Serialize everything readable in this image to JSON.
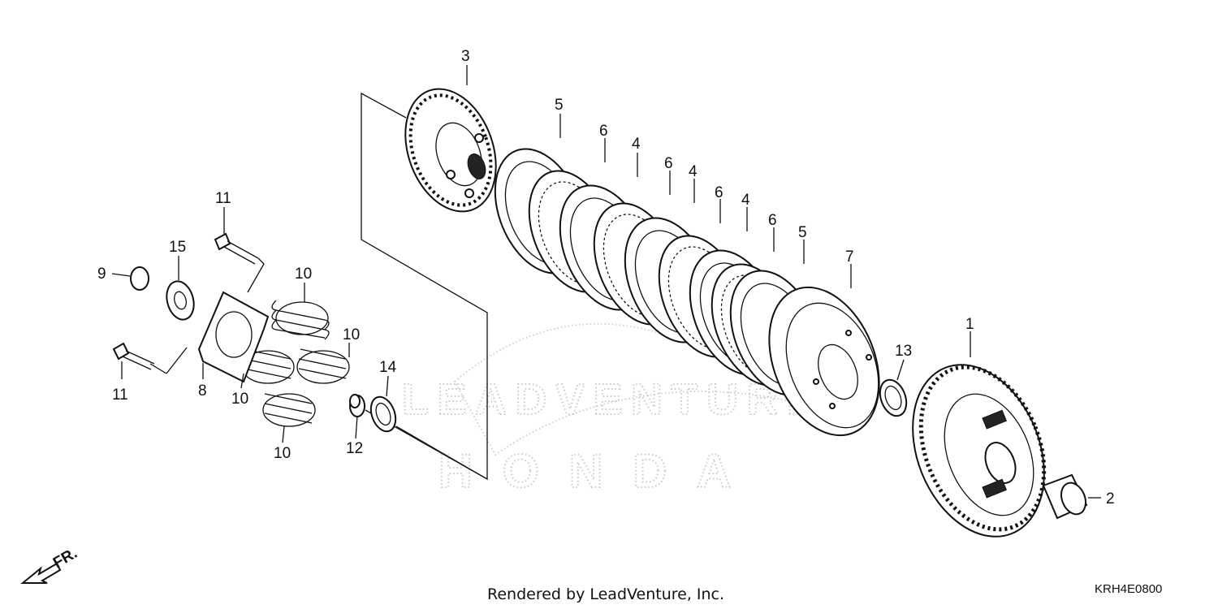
{
  "watermark": {
    "brand_a": "LEADVENTURE",
    "brand_b": "HONDA"
  },
  "callouts": [
    {
      "id": "c3a",
      "text": "3"
    },
    {
      "id": "c5a",
      "text": "5"
    },
    {
      "id": "c6a",
      "text": "6"
    },
    {
      "id": "c4a",
      "text": "4"
    },
    {
      "id": "c6b",
      "text": "6"
    },
    {
      "id": "c4b",
      "text": "4"
    },
    {
      "id": "c6c",
      "text": "6"
    },
    {
      "id": "c4c",
      "text": "4"
    },
    {
      "id": "c6d",
      "text": "6"
    },
    {
      "id": "c5b",
      "text": "5"
    },
    {
      "id": "c7",
      "text": "7"
    },
    {
      "id": "c11a",
      "text": "11"
    },
    {
      "id": "c15",
      "text": "15"
    },
    {
      "id": "c9",
      "text": "9"
    },
    {
      "id": "c10a",
      "text": "10"
    },
    {
      "id": "c10b",
      "text": "10"
    },
    {
      "id": "c10c",
      "text": "10"
    },
    {
      "id": "c10d",
      "text": "10"
    },
    {
      "id": "c11b",
      "text": "11"
    },
    {
      "id": "c8",
      "text": "8"
    },
    {
      "id": "c14",
      "text": "14"
    },
    {
      "id": "c12",
      "text": "12"
    },
    {
      "id": "c13",
      "text": "13"
    },
    {
      "id": "c1",
      "text": "1"
    },
    {
      "id": "c2",
      "text": "2"
    }
  ],
  "direction_label": "FR.",
  "footer": {
    "rendered_by": "Rendered by LeadVenture, Inc.",
    "diagram_code": "KRH4E0800"
  }
}
